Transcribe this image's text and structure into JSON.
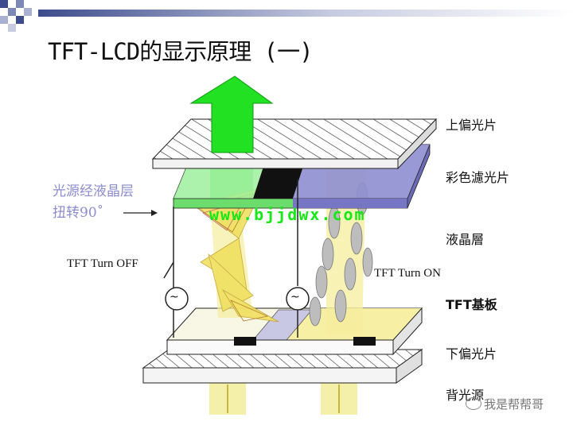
{
  "slide": {
    "title": "TFT-LCD的显示原理 (一)",
    "note_line1": "光源经液晶层",
    "note_line2": "扭转90˚",
    "url_watermark": "www.bjjdwx.com",
    "channel_watermark": "我是帮帮哥"
  },
  "labels": {
    "upper_polarizer": "上偏光片",
    "color_filter": "彩色濾光片",
    "liquid_crystal": "液晶層",
    "tft_substrate": "TFT基板",
    "lower_polarizer": "下偏光片",
    "backlight": "背光源",
    "tft_off": "TFT Turn OFF",
    "tft_on": "TFT Turn ON",
    "switch_symbol": "~"
  },
  "colors": {
    "green_light": "#22e022",
    "yellow_light": "#f2ec9a",
    "blue_filter": "#8e8ed0",
    "green_filter": "#9ef09e",
    "note_text": "#8c8cd0",
    "header_bar": "#3d4c8c"
  },
  "icons": [
    "arrow-up-icon",
    "ac-source-icon",
    "arrow-right-icon",
    "wechat-icon"
  ]
}
